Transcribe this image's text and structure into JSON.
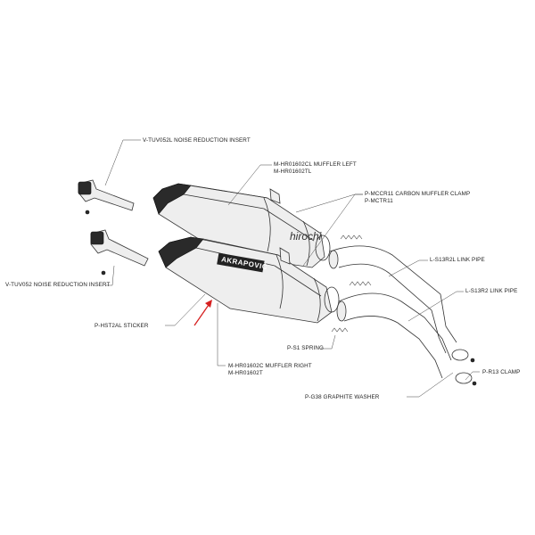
{
  "watermark": "hirochi",
  "brand_mark": "AKRAPOVIČ",
  "labels": {
    "insert_left": "V-TUV052L NOISE REDUCTION INSERT",
    "muffler_left_1": "M-HR01602CL MUFFLER LEFT",
    "muffler_left_2": "M-HR01602TL",
    "clamp_1": "P-MCCR11 CARBON MUFFLER CLAMP",
    "clamp_2": "P-MCTR11",
    "link_left": "L-S13R2L LINK PIPE",
    "insert_right": "V-TUV052 NOISE REDUCTION INSERT",
    "link_right": "L-S13R2 LINK PIPE",
    "sticker": "P-HST2AL  STICKER",
    "spring": "P-S1 SPRING",
    "clamp_r13": "P-R13 CLAMP",
    "muffler_right_1": "M-HR01602C  MUFFLER RIGHT",
    "muffler_right_2": "M-HR01602T",
    "washer": "P-G38 GRAPHITE WASHER"
  },
  "colors": {
    "line": "#333333",
    "part_fill": "#eeeeee",
    "arrow": "#d62020"
  }
}
